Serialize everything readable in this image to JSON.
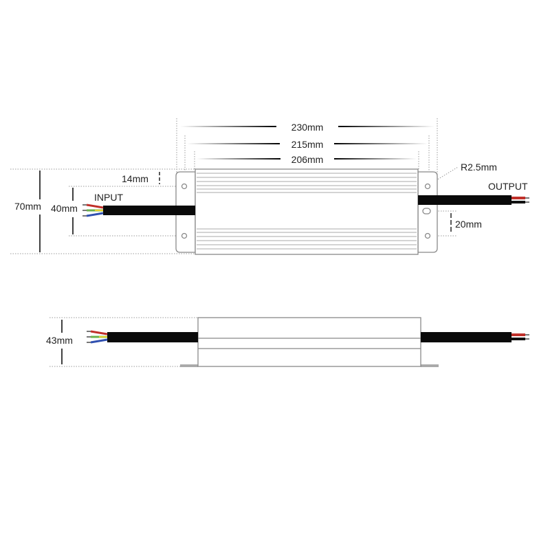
{
  "title": "LED driver dimension drawing",
  "top_view": {
    "dim_overall": "230mm",
    "dim_mounting": "215mm",
    "dim_body": "206mm",
    "dim_height": "70mm",
    "dim_hole_spacing": "40mm",
    "dim_hole_offset": "14mm",
    "dim_slot": "20mm",
    "hole_radius": "R2.5mm",
    "input_label": "INPUT",
    "output_label": "OUTPUT"
  },
  "side_view": {
    "dim_depth": "43mm"
  },
  "colors": {
    "wire_red": "#c0302a",
    "wire_green": "#6ab04c",
    "wire_yellow": "#e8d22a",
    "wire_blue": "#3050b0",
    "cable": "#0a0a0a",
    "outline": "#888888"
  }
}
